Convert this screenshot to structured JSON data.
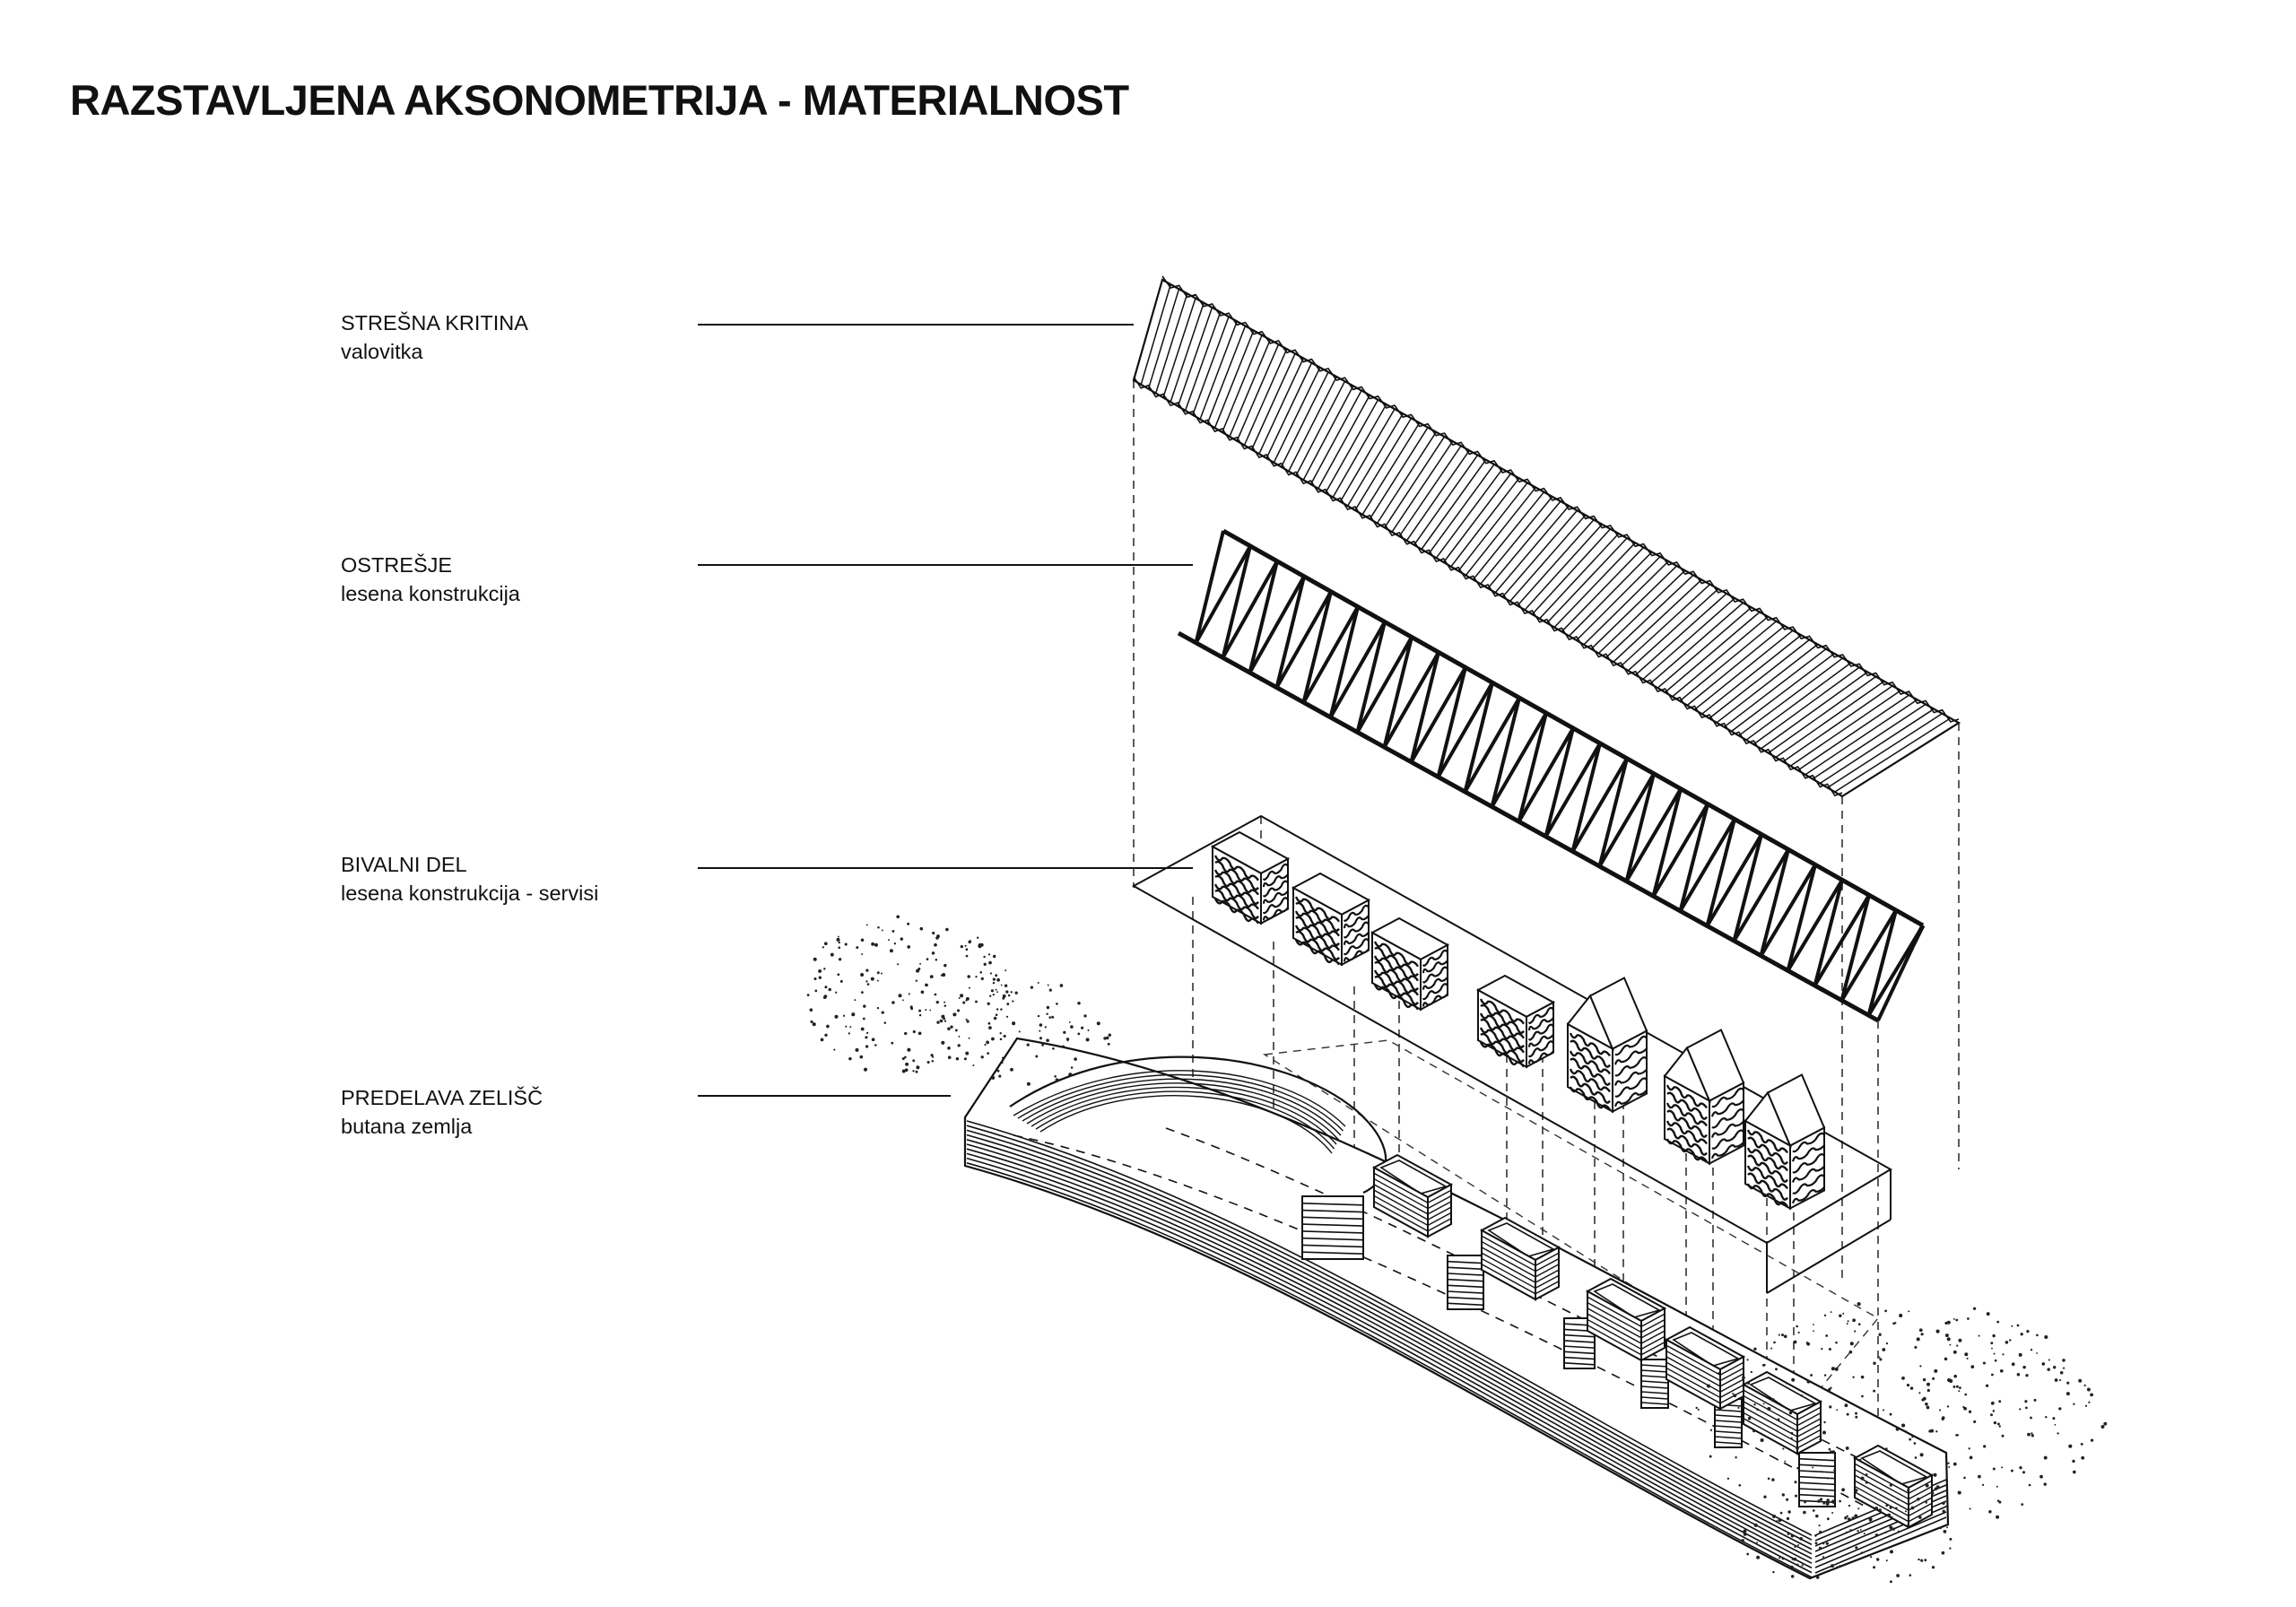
{
  "title": "RAZSTAVLJENA AKSONOMETRIJA - MATERIALNOST",
  "layers": [
    {
      "label": "STREŠNA KRITINA",
      "sublabel": "valovitka"
    },
    {
      "label": "OSTREŠJE",
      "sublabel": "lesena konstrukcija"
    },
    {
      "label": "BIVALNI DEL",
      "sublabel": "lesena konstrukcija - servisi"
    },
    {
      "label": "PREDELAVA ZELIŠČ",
      "sublabel": "butana zemlja"
    }
  ],
  "colors": {
    "ink": "#111111",
    "paper": "#ffffff"
  }
}
